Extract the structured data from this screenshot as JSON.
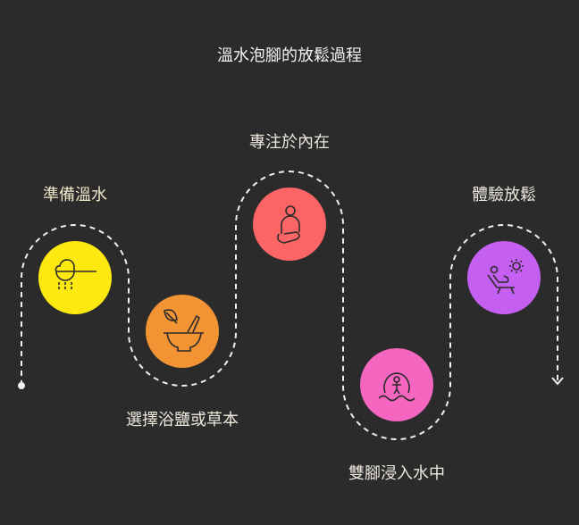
{
  "title": "溫水泡腳的放鬆過程",
  "steps": [
    {
      "label": "準備溫水",
      "icon": "water-scoop-icon",
      "color": "#fde910"
    },
    {
      "label": "選擇浴鹽或草本",
      "icon": "mortar-leaf-icon",
      "color": "#f39434"
    },
    {
      "label": "專注於內在",
      "icon": "meditation-icon",
      "color": "#fb6565"
    },
    {
      "label": "雙腳浸入水中",
      "icon": "person-water-icon",
      "color": "#f466c0"
    },
    {
      "label": "體驗放鬆",
      "icon": "lounge-chair-sun-icon",
      "color": "#c55ff2"
    }
  ]
}
